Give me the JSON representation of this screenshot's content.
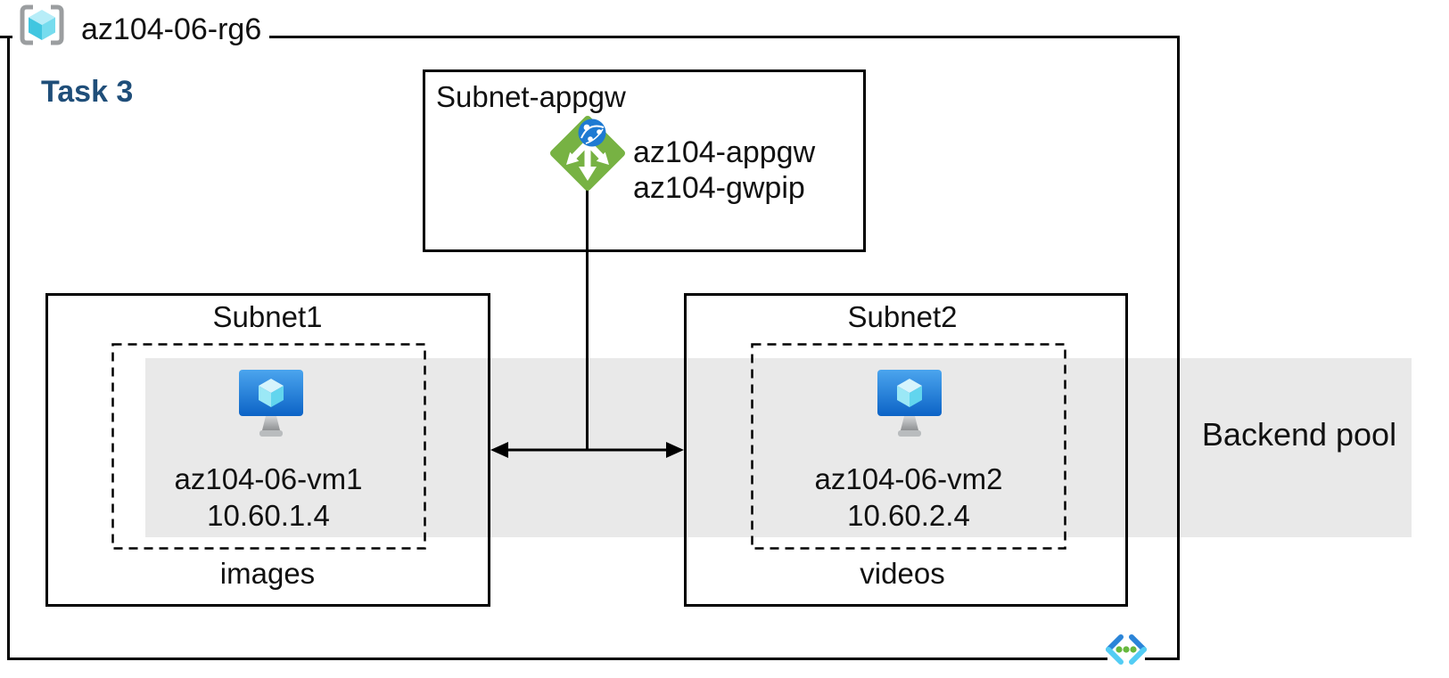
{
  "resource_group": {
    "name": "az104-06-rg6"
  },
  "task": {
    "label": "Task 3"
  },
  "appgw_subnet": {
    "title": "Subnet-appgw",
    "gateway_lines": [
      "az104-appgw",
      "az104-gwpip"
    ]
  },
  "subnets": [
    {
      "title": "Subnet1",
      "vm_name": "az104-06-vm1",
      "vm_ip": "10.60.1.4",
      "caption": "images"
    },
    {
      "title": "Subnet2",
      "vm_name": "az104-06-vm2",
      "vm_ip": "10.60.2.4",
      "caption": "videos"
    }
  ],
  "backend_pool": {
    "label": "Backend pool"
  },
  "icons": {
    "resource_group_icon": "azure-resource-group",
    "application_gateway_icon": "azure-application-gateway",
    "virtual_machine_icon": "azure-virtual-machine",
    "virtual_network_icon": "azure-virtual-network"
  },
  "colors": {
    "task_heading": "#1f4e79",
    "backend_band": "#e9e9e9",
    "line_black": "#000000",
    "appgw_green": "#77b243",
    "globe_blue": "#1e7ad2",
    "vm_screen_top": "#4ba5ee",
    "vm_screen_bottom": "#0c63c6",
    "cube_cyan_light": "#d6f4fc",
    "cube_cyan_mid": "#9be8f6",
    "cube_cyan_dark": "#62d5ee",
    "vnet_chevron_blue": "#2b84d8",
    "vnet_chevron_cyan": "#53cdf4",
    "vnet_dot_green": "#67b83e",
    "rg_bracket_gray": "#9b9ea0"
  }
}
